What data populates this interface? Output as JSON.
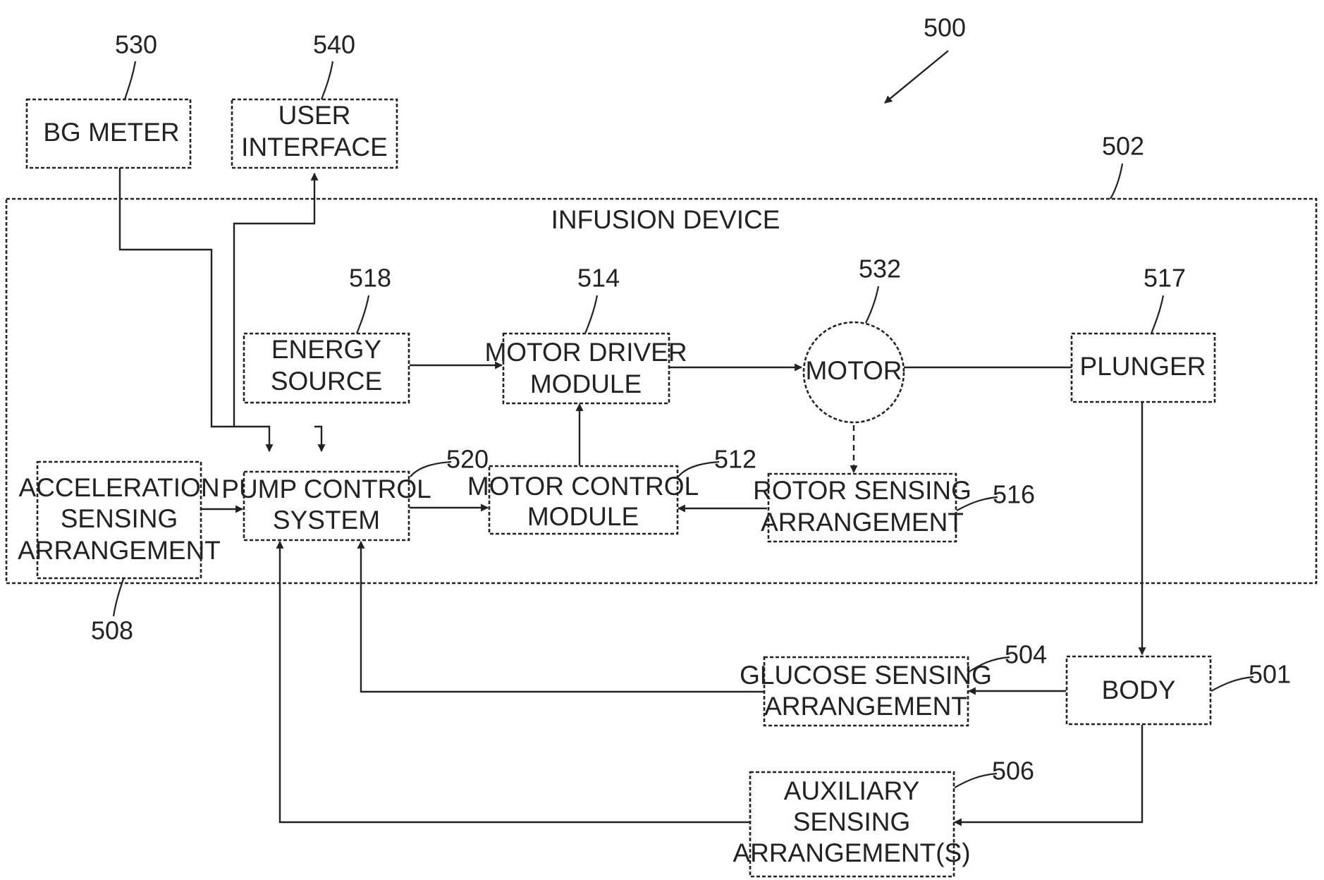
{
  "figure": {
    "ref": "500",
    "container": {
      "title": "INFUSION DEVICE",
      "ref": "502"
    }
  },
  "blocks": {
    "bg_meter": {
      "lines": [
        "BG METER"
      ],
      "ref": "530"
    },
    "user_interface": {
      "lines": [
        "USER",
        "INTERFACE"
      ],
      "ref": "540"
    },
    "energy_source": {
      "lines": [
        "ENERGY",
        "SOURCE"
      ],
      "ref": "518"
    },
    "motor_driver": {
      "lines": [
        "MOTOR DRIVER",
        "MODULE"
      ],
      "ref": "514"
    },
    "motor": {
      "lines": [
        "MOTOR"
      ],
      "ref": "532"
    },
    "plunger": {
      "lines": [
        "PLUNGER"
      ],
      "ref": "517"
    },
    "acceleration": {
      "lines": [
        "ACCELERATION",
        "SENSING",
        "ARRANGEMENT"
      ],
      "ref": "508"
    },
    "pump_control": {
      "lines": [
        "PUMP CONTROL",
        "SYSTEM"
      ],
      "ref": "520"
    },
    "motor_control": {
      "lines": [
        "MOTOR CONTROL",
        "MODULE"
      ],
      "ref": "512"
    },
    "rotor_sensing": {
      "lines": [
        "ROTOR SENSING",
        "ARRANGEMENT"
      ],
      "ref": "516"
    },
    "glucose_sensing": {
      "lines": [
        "GLUCOSE SENSING",
        "ARRANGEMENT"
      ],
      "ref": "504"
    },
    "body": {
      "lines": [
        "BODY"
      ],
      "ref": "501"
    },
    "auxiliary_sensing": {
      "lines": [
        "AUXILIARY",
        "SENSING",
        "ARRANGEMENT(S)"
      ],
      "ref": "506"
    }
  }
}
